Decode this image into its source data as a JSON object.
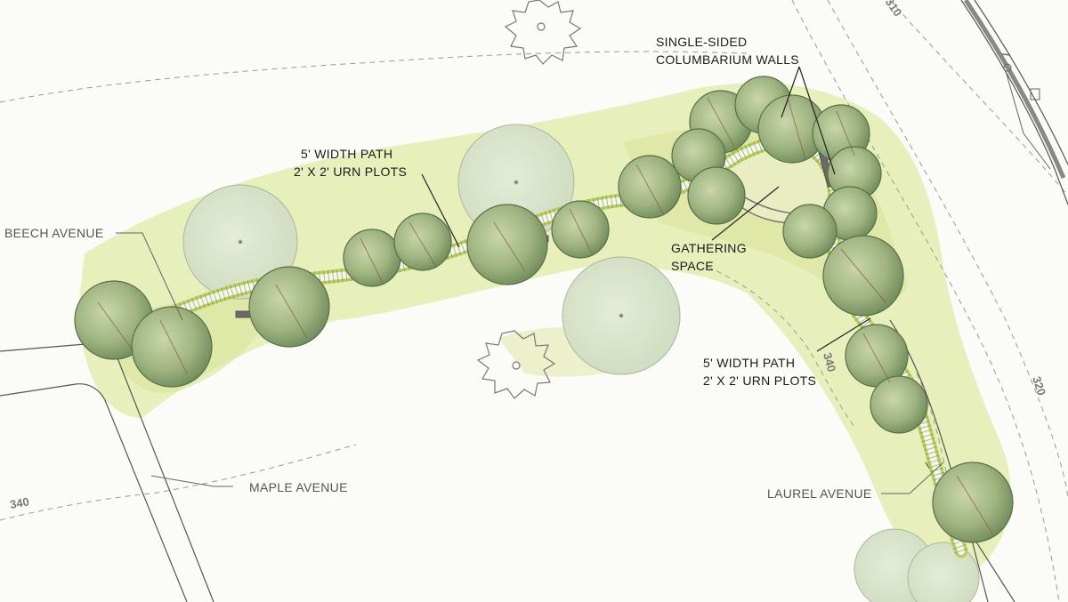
{
  "plan": {
    "labels": {
      "columbarium_line1": "SINGLE-SIDED",
      "columbarium_line2": "COLUMBARIUM WALLS",
      "path_upper_line1": "5' WIDTH PATH",
      "path_upper_line2": "2' X 2' URN PLOTS",
      "gathering_line1": "GATHERING",
      "gathering_line2": "SPACE",
      "path_lower_line1": "5' WIDTH PATH",
      "path_lower_line2": "2' X 2' URN PLOTS",
      "beech": "BEECH AVENUE",
      "maple": "MAPLE AVENUE",
      "laurel": "LAUREL AVENUE"
    },
    "contours": {
      "c310": "310",
      "c320": "320",
      "c340_left": "340",
      "c340_mid": "340"
    },
    "colors": {
      "planting_wash": "#e3ecb0",
      "tree_canopy": "#a9bd8c",
      "existing_tree": "#dce6cf",
      "path_edge": "#b8cf5c",
      "road_line": "#555555"
    }
  }
}
